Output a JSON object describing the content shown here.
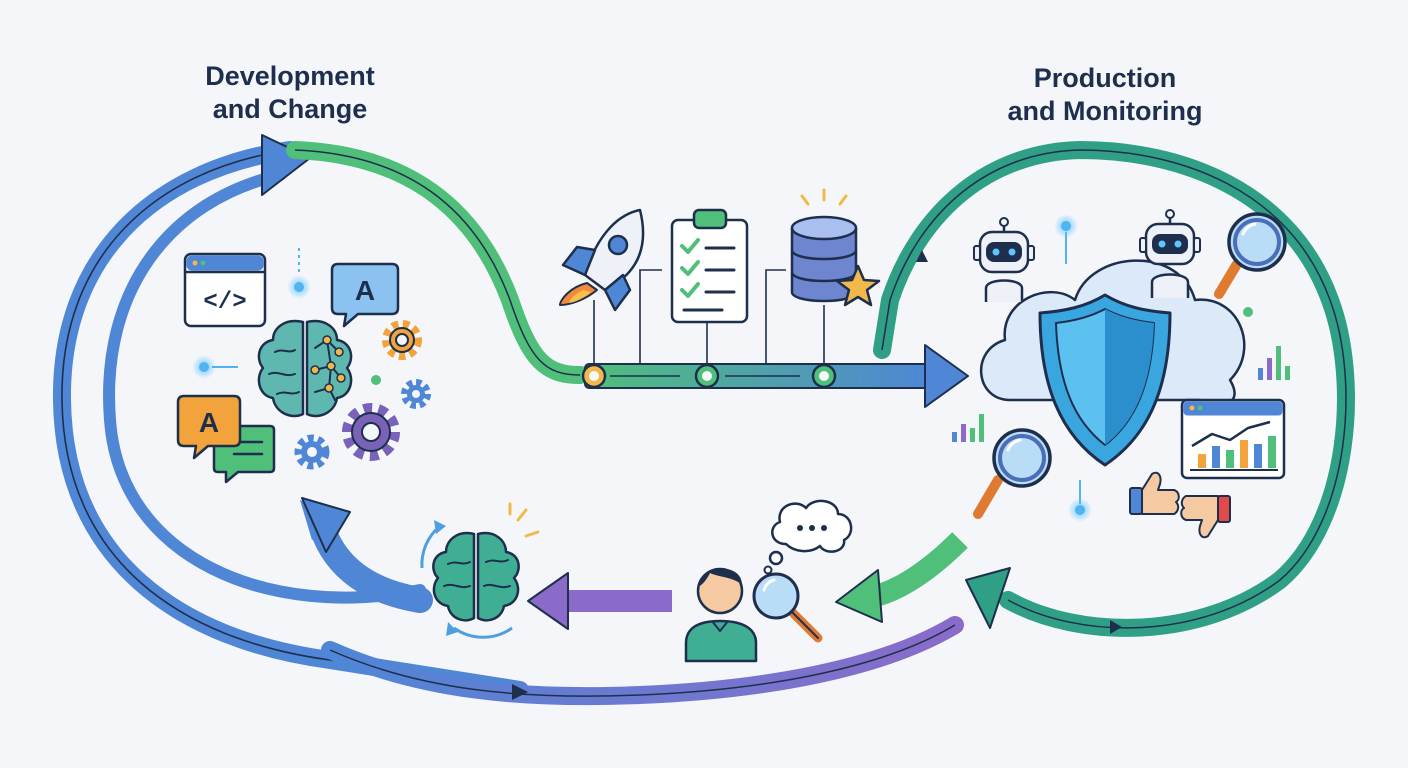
{
  "sections": {
    "development": {
      "title_line1": "Development",
      "title_line2": "and Change"
    },
    "production": {
      "title_line1": "Production",
      "title_line2": "and Monitoring"
    }
  },
  "icons": {
    "code_window": "</>",
    "translate_letter_top": "A",
    "translate_letter_bottom": "A"
  },
  "colors": {
    "blue_loop": "#4f86d6",
    "green_loop": "#4fbf7a",
    "teal_loop": "#2f9f85",
    "purple_loop": "#8a6bc9",
    "outline": "#1e2f4d",
    "shield": "#3aa6e0",
    "background": "#f4f6fa"
  }
}
